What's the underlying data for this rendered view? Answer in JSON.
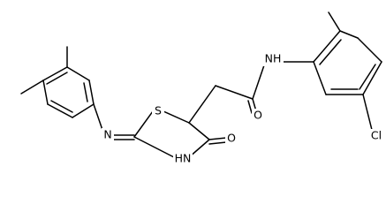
{
  "diagram": {
    "type": "chemical-structure",
    "line_color": "#000000",
    "background": "#ffffff",
    "atoms": [
      {
        "id": "S1",
        "label": "S"
      },
      {
        "id": "N2",
        "label": "N"
      },
      {
        "id": "NH3",
        "label": "HN"
      },
      {
        "id": "O4",
        "label": "O"
      },
      {
        "id": "O5",
        "label": "O"
      },
      {
        "id": "NH6",
        "label": "NH"
      },
      {
        "id": "Cl7",
        "label": "Cl"
      }
    ]
  }
}
